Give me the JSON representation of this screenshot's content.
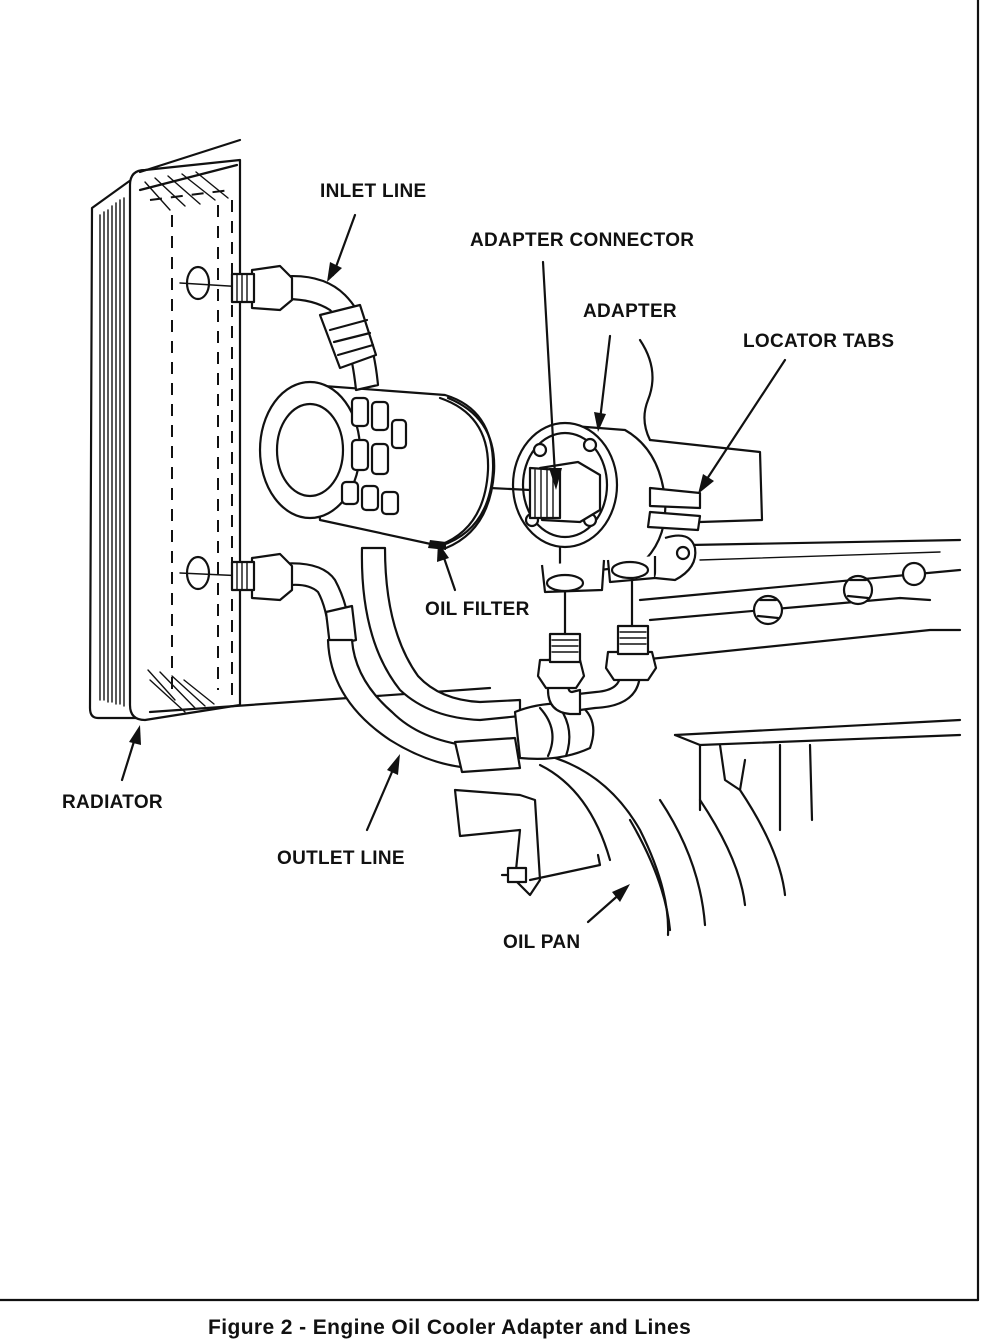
{
  "labels": {
    "inlet_line": "INLET LINE",
    "adapter_connector": "ADAPTER CONNECTOR",
    "adapter": "ADAPTER",
    "locator_tabs": "LOCATOR TABS",
    "oil_filter": "OIL FILTER",
    "radiator": "RADIATOR",
    "outlet_line": "OUTLET LINE",
    "oil_pan": "OIL PAN"
  },
  "caption": "Figure 2 - Engine Oil Cooler Adapter and Lines"
}
